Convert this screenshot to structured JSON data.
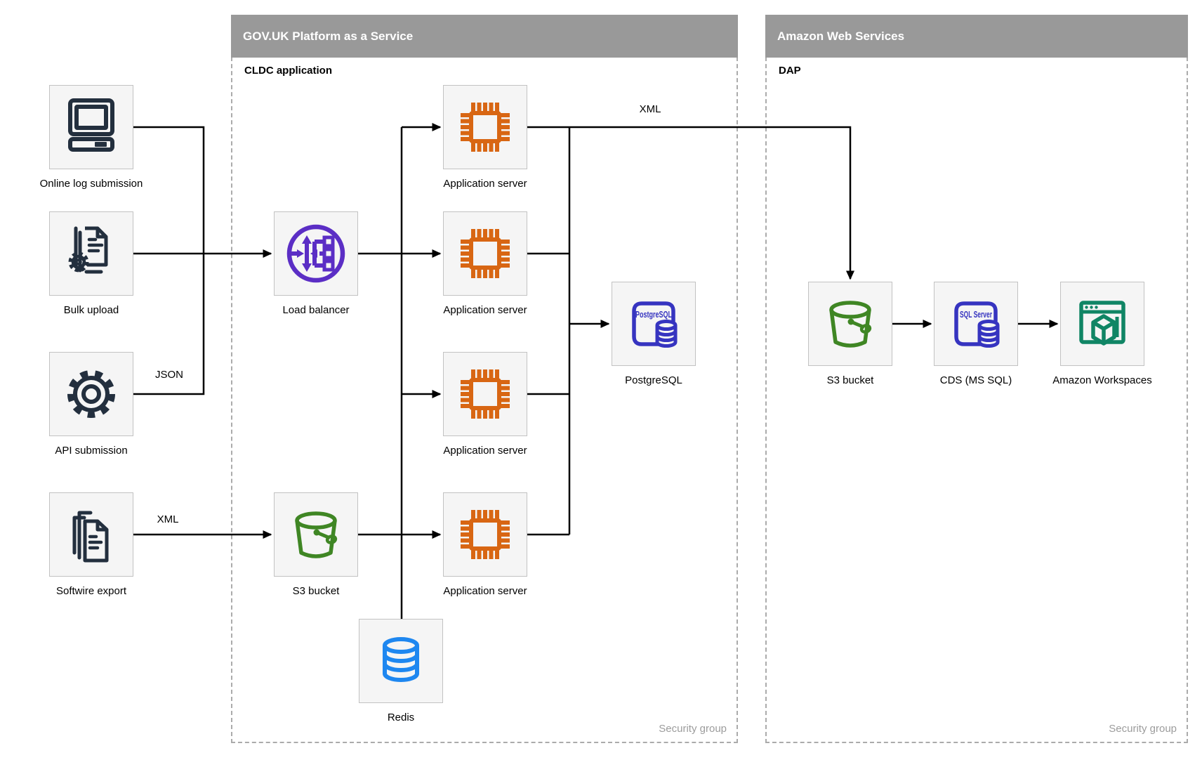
{
  "containers": {
    "paas": {
      "title": "GOV.UK Platform as a Service",
      "sublabel": "CLDC application",
      "footer": "Security group"
    },
    "aws": {
      "title": "Amazon Web Services",
      "sublabel": "DAP",
      "footer": "Security group"
    }
  },
  "nodes": {
    "online_log": {
      "label": "Online log submission"
    },
    "bulk_upload": {
      "label": "Bulk upload"
    },
    "api_submission": {
      "label": "API submission"
    },
    "softwire_export": {
      "label": "Softwire export"
    },
    "load_balancer": {
      "label": "Load balancer"
    },
    "app_server": {
      "label": "Application server"
    },
    "postgresql": {
      "label": "PostgreSQL",
      "icon_text": "PostgreSQL"
    },
    "s3_cldc": {
      "label": "S3 bucket"
    },
    "redis": {
      "label": "Redis"
    },
    "s3_aws": {
      "label": "S3 bucket"
    },
    "cds": {
      "label": "CDS (MS SQL)",
      "icon_text": "SQL Server"
    },
    "workspaces": {
      "label": "Amazon Workspaces"
    }
  },
  "edge_labels": {
    "json": "JSON",
    "xml_export": "XML",
    "xml_feed": "XML"
  },
  "colors": {
    "navy": "#232F3E",
    "purple": "#5B2EC5",
    "orange": "#D86613",
    "indigo": "#3634C0",
    "green": "#3F8624",
    "azure": "#1E87F0",
    "teal": "#108565",
    "header_gray": "#999999",
    "box_fill": "#f5f5f5",
    "box_border": "#c2c2c2",
    "dash": "#ababab",
    "footer_gray": "#9c9c9c"
  }
}
